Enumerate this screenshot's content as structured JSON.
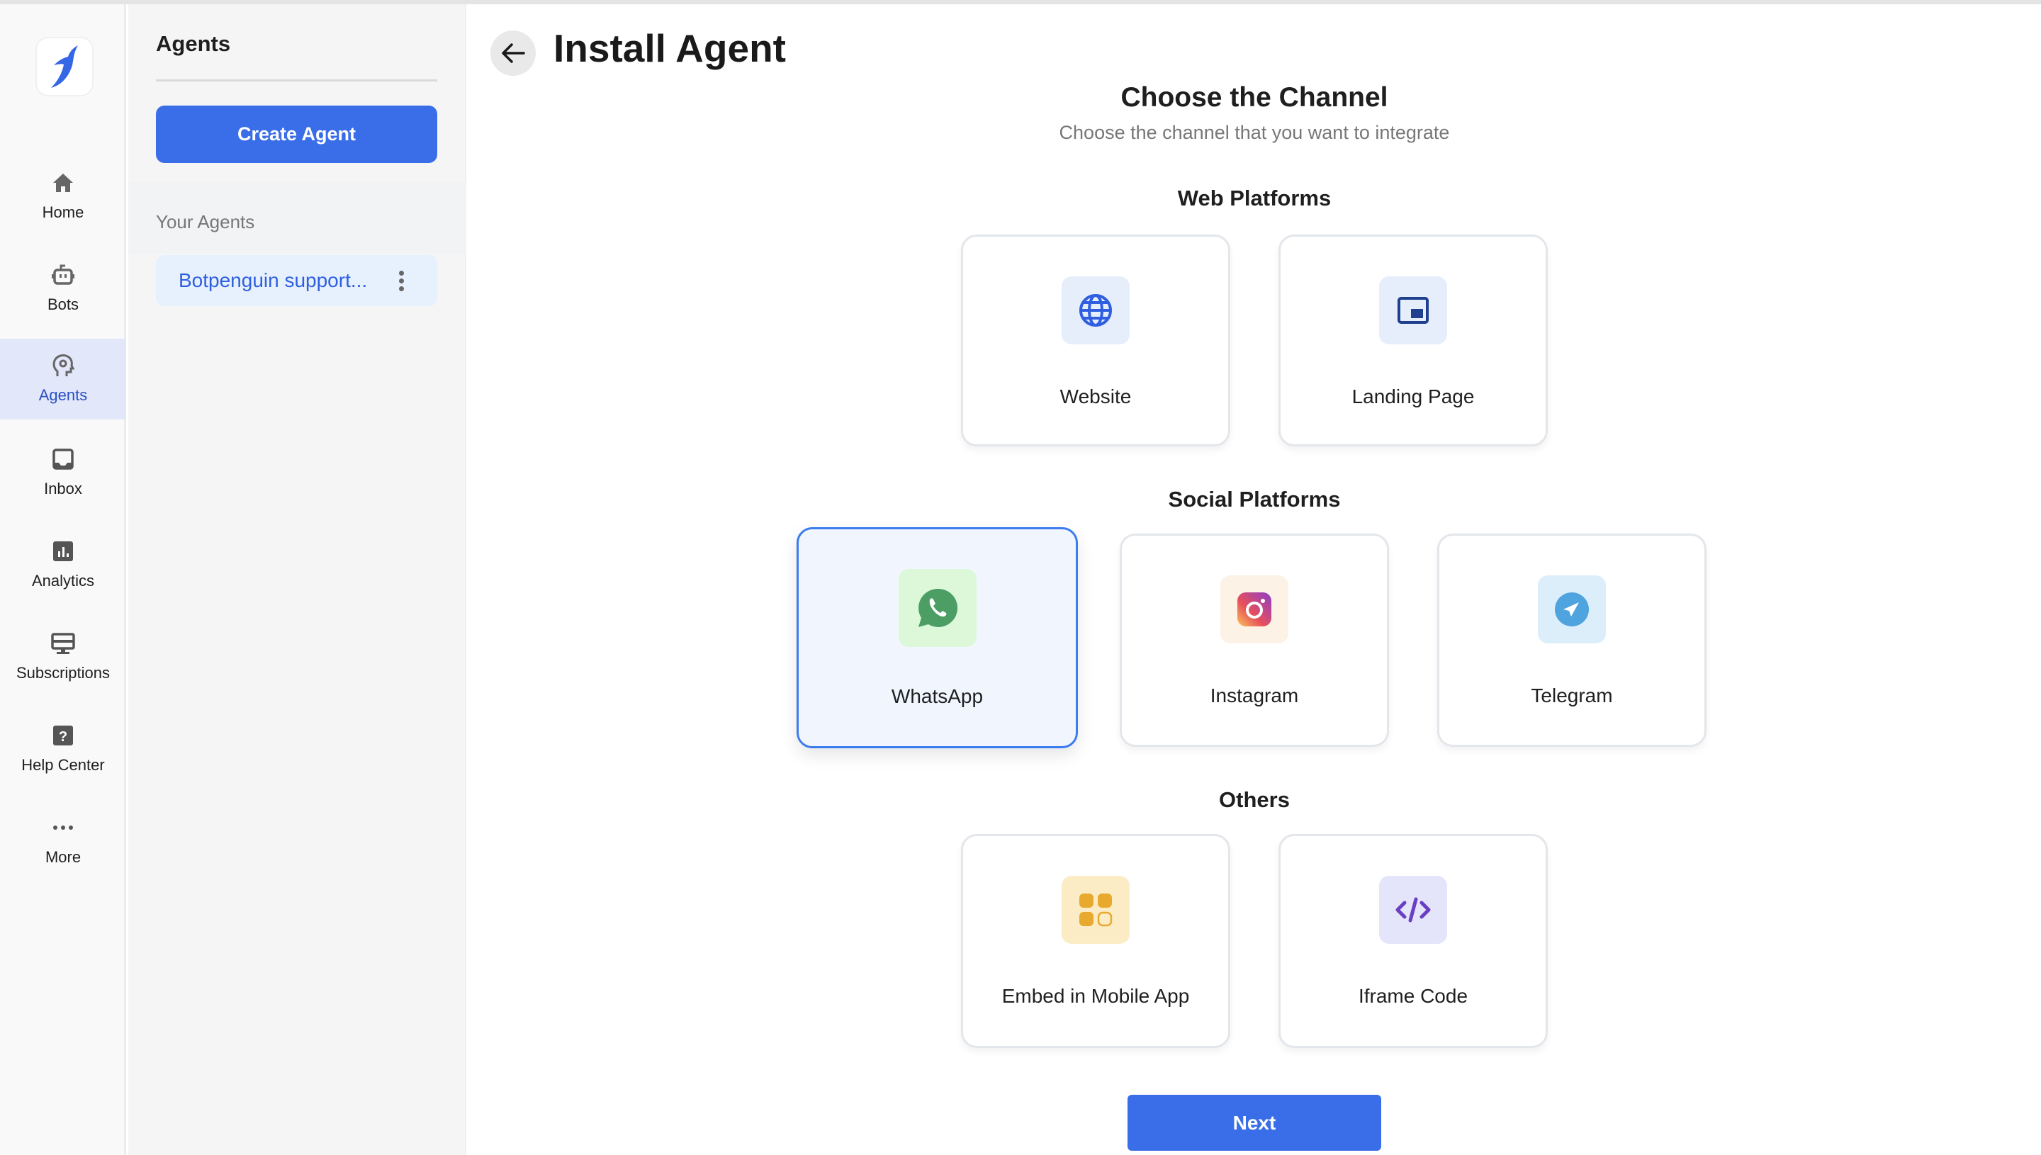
{
  "nav": {
    "items": [
      {
        "label": "Home",
        "icon": "home-icon"
      },
      {
        "label": "Bots",
        "icon": "bot-icon"
      },
      {
        "label": "Agents",
        "icon": "agent-icon",
        "active": true
      },
      {
        "label": "Inbox",
        "icon": "inbox-icon"
      },
      {
        "label": "Analytics",
        "icon": "analytics-icon"
      },
      {
        "label": "Subscriptions",
        "icon": "subscriptions-icon"
      },
      {
        "label": "Help Center",
        "icon": "help-icon"
      },
      {
        "label": "More",
        "icon": "more-icon"
      }
    ]
  },
  "panel": {
    "title": "Agents",
    "create_label": "Create Agent",
    "your_agents": "Your Agents",
    "agents": [
      {
        "name": "Botpenguin support..."
      }
    ]
  },
  "main": {
    "title": "Install Agent",
    "heading": "Choose the Channel",
    "subheading": "Choose the channel that you want to integrate",
    "sections": [
      {
        "title": "Web Platforms",
        "channels": [
          {
            "label": "Website"
          },
          {
            "label": "Landing Page"
          }
        ]
      },
      {
        "title": "Social Platforms",
        "channels": [
          {
            "label": "WhatsApp",
            "selected": true
          },
          {
            "label": "Instagram"
          },
          {
            "label": "Telegram"
          }
        ]
      },
      {
        "title": "Others",
        "channels": [
          {
            "label": "Embed in Mobile App"
          },
          {
            "label": "Iframe Code"
          }
        ]
      }
    ],
    "next_label": "Next"
  },
  "colors": {
    "primary": "#3a6ee8",
    "selected_border": "#3b7cf0"
  }
}
